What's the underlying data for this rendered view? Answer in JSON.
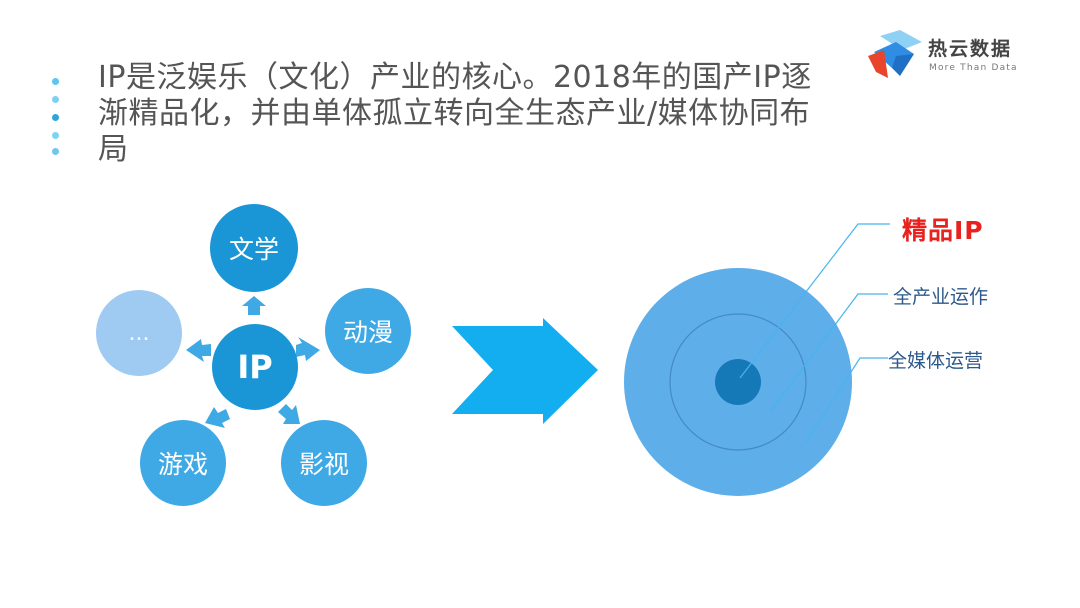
{
  "headline": {
    "text": "IP是泛娱乐（文化）产业的核心。2018年的国产IP逐渐精品化，并由单体孤立转向全生态产业/媒体协同布局"
  },
  "bullets": {
    "colors": [
      "#5dc5ef",
      "#7fcff0",
      "#2aa6dc",
      "#7fd3f2",
      "#6ec7ee"
    ]
  },
  "logo": {
    "name": "热云数据",
    "tagline": "More Than Data",
    "colors": {
      "red": "#e8452c",
      "blue": "#2f8de4",
      "light": "#8fd0f5"
    }
  },
  "ip_diagram": {
    "center": "IP",
    "nodes": [
      "文学",
      "动漫",
      "影视",
      "游戏",
      "..."
    ]
  },
  "target_diagram": {
    "labels": {
      "inner": "精品IP",
      "middle": "全产业运作",
      "outer": "全媒体运营"
    }
  },
  "colors": {
    "node_blue": "#1a96d6",
    "node_light": "#3fa9e6",
    "node_faded": "#9fcbf2",
    "arrow": "#12aef0",
    "target_outer": "#5eaeea",
    "target_inner_dot": "#1579b8",
    "label_accent": "#e8221e",
    "label_text": "#2d5a8c"
  }
}
